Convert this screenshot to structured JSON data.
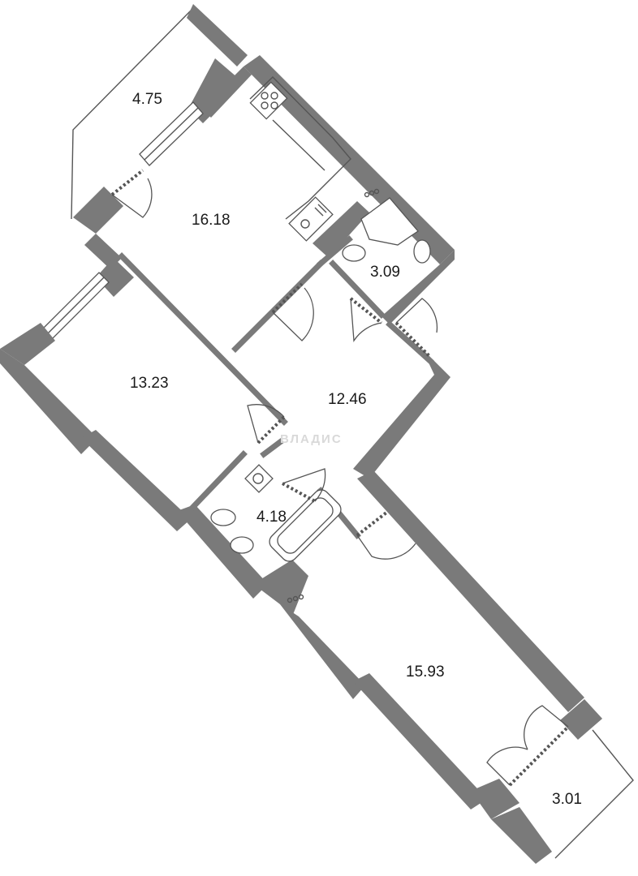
{
  "rooms": [
    {
      "id": "balcony-top",
      "area": "4.75"
    },
    {
      "id": "kitchen",
      "area": "16.18"
    },
    {
      "id": "bathroom-small",
      "area": "3.09"
    },
    {
      "id": "bedroom",
      "area": "13.23"
    },
    {
      "id": "hallway",
      "area": "12.46"
    },
    {
      "id": "bathroom",
      "area": "4.18"
    },
    {
      "id": "living-room",
      "area": "15.93"
    },
    {
      "id": "balcony-bottom",
      "area": "3.01"
    }
  ],
  "watermark": "ВЛАДИС",
  "colors": {
    "wall": "#7a7a7a",
    "line": "#555555"
  }
}
